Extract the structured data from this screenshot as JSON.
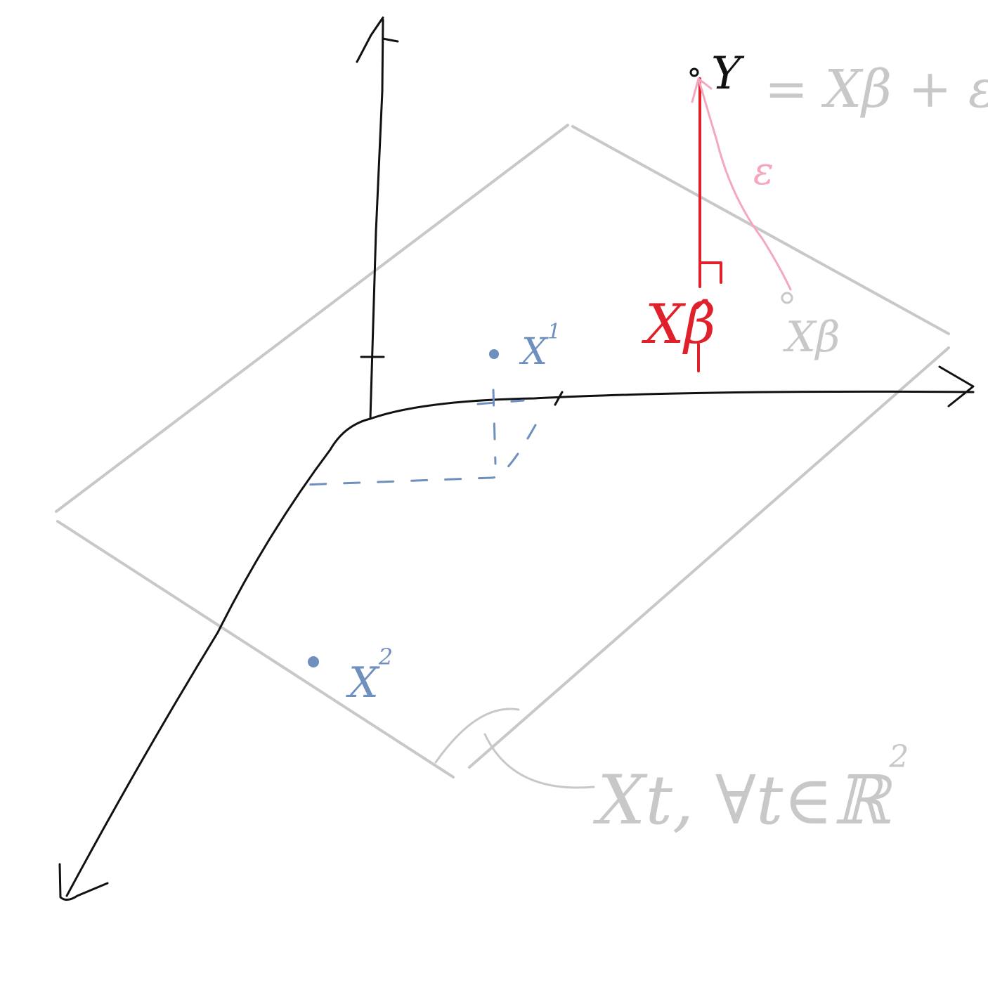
{
  "colors": {
    "axis": "#111111",
    "plane": "#c8c8c8",
    "projection": "#e0202a",
    "error": "#f4a7bd",
    "vector": "#6f8fbf",
    "note": "#c8c8c8"
  },
  "labels": {
    "y_label": "Y",
    "equation": "= Xβ + ε",
    "equation_eps": "ε",
    "error_label": "ε",
    "projection_label": "Xβ̂",
    "xbeta_label": "Xβ",
    "x1_label": "X",
    "x1_sup": "1",
    "x2_label": "X",
    "x2_sup": "2",
    "span_label": "Xt, ∀t∈ℝ",
    "span_sup": "2"
  }
}
